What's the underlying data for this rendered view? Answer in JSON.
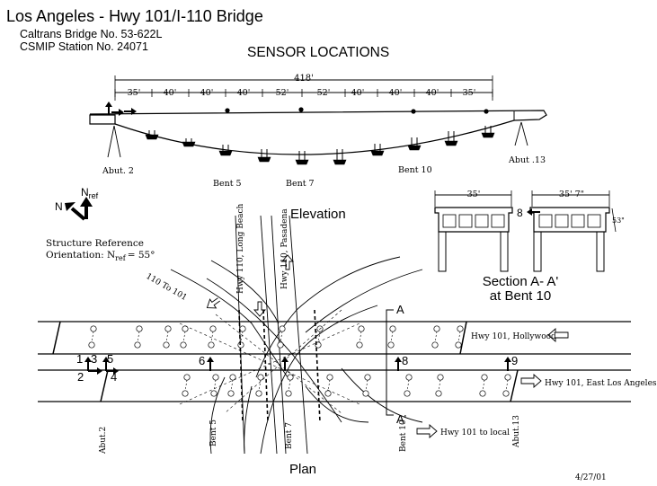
{
  "header": {
    "title": "Los Angeles - Hwy 101/I-110 Bridge",
    "caltrans": "Caltrans Bridge No. 53-622L",
    "csmip": "CSMIP Station No. 24071",
    "sensor_locations": "SENSOR LOCATIONS"
  },
  "elevation": {
    "label": "Elevation",
    "total_length": "418'",
    "spans": [
      "35'",
      "40'",
      "40'",
      "40'",
      "52'",
      "52'",
      "40'",
      "40'",
      "40'",
      "35'"
    ],
    "abut2": "Abut. 2",
    "abut13": "Abut .13",
    "bent5": "Bent 5",
    "bent7": "Bent 7",
    "bent10": "Bent 10"
  },
  "north": {
    "n": "N",
    "nref": "N",
    "nref_sub": "ref",
    "ref_line1": "Structure Reference",
    "ref_line2_prefix": "Orientation: N",
    "ref_line2_sub": "ref",
    "ref_line2_suffix": "= 55°"
  },
  "section": {
    "dim_left": "35'",
    "dim_right": "35' 7\"",
    "depth": "53\"",
    "sensor": "8",
    "title1": "Section A- A'",
    "title2": "at Bent 10"
  },
  "plan": {
    "label": "Plan",
    "hwy110_long_beach": "Hwy 110, Long Beach",
    "hwy110_pasadena": "Hwy 110, Pasadena",
    "to_101": "110 To 101",
    "hwy101_hollywood": "Hwy 101, Hollywood",
    "hwy101_east_la": "Hwy 101, East Los Angeles",
    "hwy101_local": "Hwy 101 to local",
    "abut2": "Abut.2",
    "bent5": "Bent 5",
    "bent7": "Bent 7",
    "bent10": "Bent 10",
    "abut13": "Abut.13",
    "section_a": "A",
    "section_a_prime": "A'",
    "sensors": [
      "1",
      "3",
      "5",
      "2",
      "4",
      "6",
      "8",
      "9"
    ]
  },
  "date": "4/27/01"
}
